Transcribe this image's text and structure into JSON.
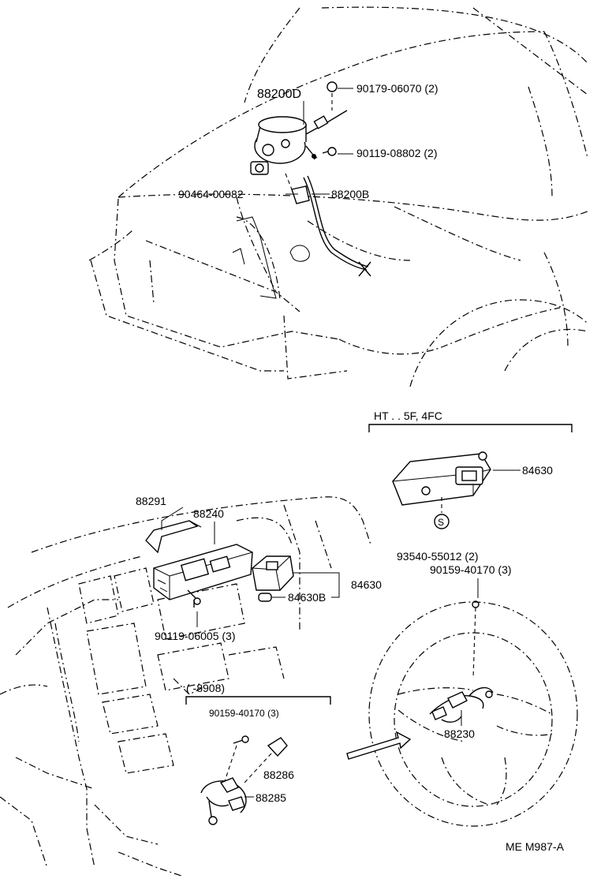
{
  "callouts": {
    "top": {
      "p88200D": "88200D",
      "p90179": "90179-06070 (2)",
      "p90119_088": "90119-08802 (2)",
      "p90464": "90464-00082",
      "p88200B": "88200B"
    },
    "bottom_left": {
      "p88291": "88291",
      "p88240": "88240",
      "p84630": "84630",
      "p84630B": "84630B",
      "p90119_060": "90119-06005 (3)"
    },
    "inset_ht": {
      "header": "HT . . 5F, 4FC",
      "p84630": "84630",
      "p93540": "93540-55012 (2)"
    },
    "steering": {
      "p90159": "90159-40170 (3)",
      "p88230": "88230"
    },
    "inset_8908": {
      "header": "(    -8908)",
      "p90159": "90159-40170 (3)",
      "p88286": "88286",
      "p88285": "88285"
    }
  },
  "footer": {
    "code": "ME  M987-A"
  },
  "icons": {
    "washer": "s-washer-icon",
    "arrow": "pointer-arrow-icon"
  }
}
